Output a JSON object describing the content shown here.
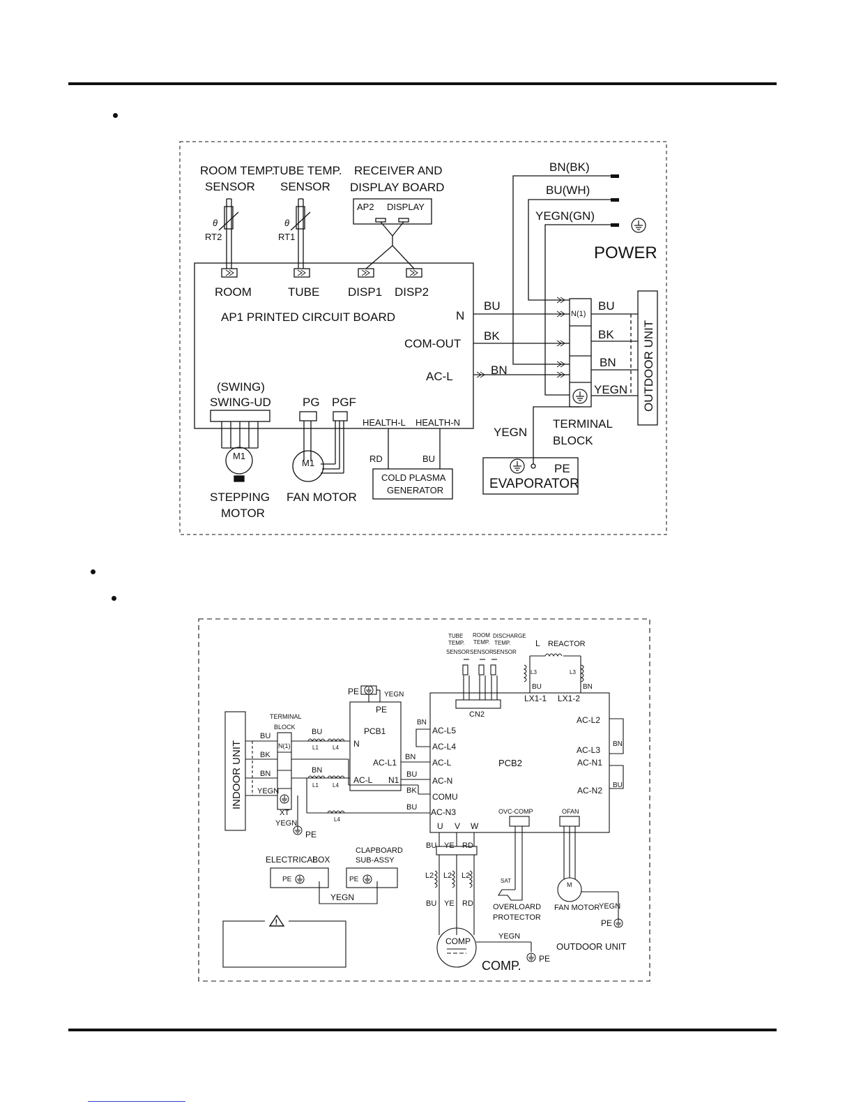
{
  "indoor": {
    "room_sensor": [
      "ROOM  TEMP.",
      "SENSOR"
    ],
    "tube_sensor": [
      "TUBE    TEMP.",
      "SENSOR"
    ],
    "receiver": [
      "RECEIVER AND",
      "DISPLAY BOARD"
    ],
    "ap2": "AP2",
    "display": "DISPLAY",
    "rt2": "RT2",
    "rt1": "RT1",
    "theta": "θ",
    "pcb_title": "AP1 PRINTED CIRCUIT BOARD",
    "room": "ROOM",
    "tube": "TUBE",
    "disp1": "DISP1",
    "disp2": "DISP2",
    "n": "N",
    "com_out": "COM-OUT",
    "ac_l": "AC-L",
    "swing": [
      "(SWING)",
      "SWING-UD"
    ],
    "pg": "PG",
    "pgf": "PGF",
    "health_l": "HEALTH-L",
    "health_n": "HEALTH-N",
    "rd": "RD",
    "bu": "BU",
    "bk": "BK",
    "bn": "BN",
    "yegn": "YEGN",
    "m1": "M1",
    "stepping": [
      "STEPPING",
      "MOTOR"
    ],
    "fan_motor": "FAN MOTOR",
    "plasma": [
      "COLD PLASMA",
      "GENERATOR"
    ],
    "bn_bk": "BN(BK)",
    "bu_wh": "BU(WH)",
    "yegn_gn": "YEGN(GN)",
    "power": "POWER",
    "n1": "N(1)",
    "outdoor_unit": "OUTDOOR UNIT",
    "terminal_block": [
      "TERMINAL",
      "BLOCK"
    ],
    "evaporator": "EVAPORATOR",
    "pe": "PE"
  },
  "outdoor": {
    "tube_sensor": [
      "TUBE",
      "TEMP.",
      "SENSOR"
    ],
    "room_sensor": [
      "ROOM",
      "TEMP.",
      "SENSOR"
    ],
    "discharge_sensor": [
      "DISCHARGE",
      "TEMP.",
      "SENSOR"
    ],
    "l": "L",
    "reactor": "REACTOR",
    "l3": "L3",
    "bu": "BU",
    "bn": "BN",
    "lx1_1": "LX1-1",
    "lx1_2": "LX1-2",
    "pe": "PE",
    "yegn": "YEGN",
    "cn2": "CN2",
    "pcb1": "PCB1",
    "n": "N",
    "ac_l1": "AC-L1",
    "ac_l": "AC-L",
    "n1": "N1",
    "terminal_block": [
      "TERMINAL",
      "BLOCK"
    ],
    "n1_term": "N(1)",
    "indoor_unit": "INDOOR UNIT",
    "bk": "BK",
    "l1": "L1",
    "l4": "L4",
    "xt": "XT",
    "ac_l5": "AC-L5",
    "ac_l4": "AC-L4",
    "ac_n": "AC-N",
    "comu": "COMU",
    "ac_n3": "AC-N3",
    "pcb2": "PCB2",
    "ac_l2": "AC-L2",
    "ac_l3": "AC-L3",
    "ac_n1": "AC-N1",
    "ac_n2": "AC-N2",
    "u": "U",
    "v": "V",
    "w": "W",
    "ye": "YE",
    "rd": "RD",
    "l2": "L2",
    "ovc_comp": "OVC-COMP",
    "ofan": "OFAN",
    "sat": "SAT",
    "overload": [
      "OVERLOARD",
      "PROTECTOR"
    ],
    "m": "M",
    "fan_motor": "FAN  MOTOR",
    "comp": "COMP",
    "comp_label": "COMP.",
    "outdoor_unit": "OUTDOOR UNIT",
    "electrical": "ELECTRICAL",
    "box": "BOX",
    "clapboard": [
      "CLAPBOARD",
      "SUB-ASSY"
    ]
  }
}
